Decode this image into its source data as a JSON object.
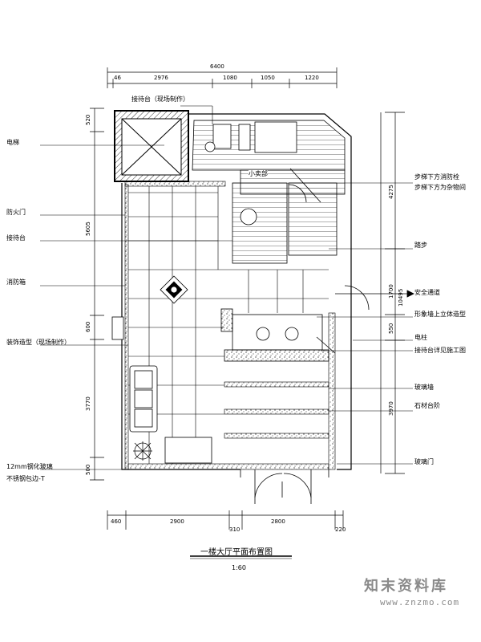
{
  "drawing": {
    "title": "一楼大厅平面布置图",
    "scale": "1:60"
  },
  "dimensions": {
    "top_total": "6400",
    "top_parts": [
      "46",
      "2976",
      "1080",
      "1050",
      "1220"
    ],
    "bottom_parts": [
      "460",
      "2900",
      "310",
      "2800",
      "220"
    ],
    "left_parts": [
      "520",
      "5605",
      "600",
      "3770",
      "500"
    ],
    "right_parts": [
      "4275",
      "10495",
      "1700",
      "550",
      "3970"
    ]
  },
  "labels_left": {
    "elevator": "电梯",
    "fire_door": "防火门",
    "reception": "接待台",
    "fire_box": "消防箱",
    "decor_shape": "装饰造型（现场制作）",
    "glass_railing": "12mm钢化玻璃",
    "steel_edge": "不锈钢包边-T"
  },
  "labels_right": {
    "under_stair_1": "步梯下方消防栓",
    "under_stair_2": "步梯下方为杂物间",
    "steps": "踏步",
    "safety_exit": "安全通道",
    "wall_decor": "形象墙上立体造型",
    "column": "电柱",
    "reception_wall": "接待台详见施工图",
    "glass_wall": "玻璃墙",
    "stone_floor": "石材台阶",
    "glass_door": "玻璃门"
  },
  "labels_inner": {
    "top_callout": "接待台（现场制作）",
    "small_room": "小卖部"
  },
  "watermark": {
    "text_cn": "知末资料库",
    "url": "www.znzmo.com"
  }
}
